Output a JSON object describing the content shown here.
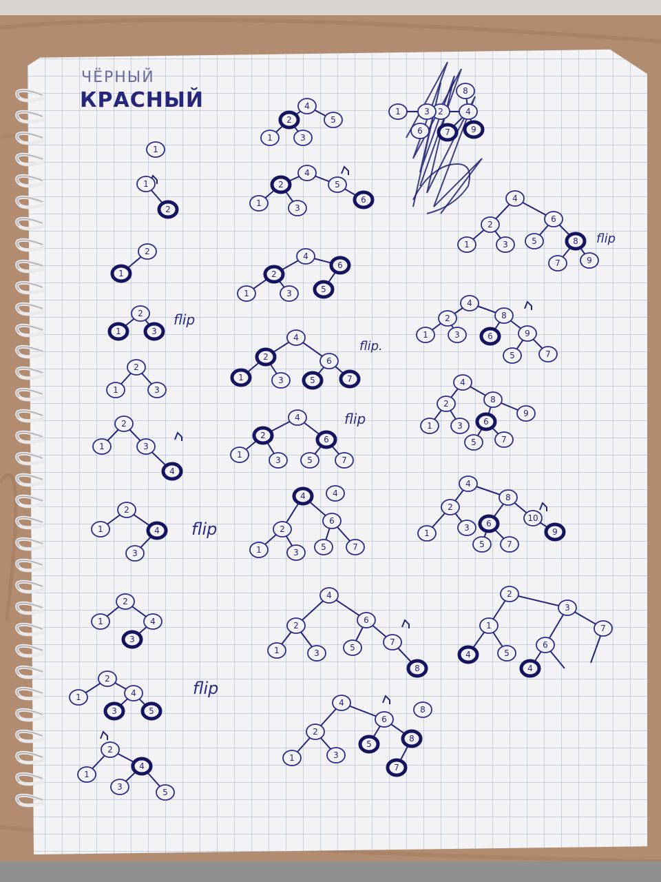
{
  "header": {
    "chernyy": "ЧЁРНЫЙ",
    "krasnyy": "КРАСНЫЙ"
  },
  "flips": {
    "f1": "flip",
    "f2": "flip.",
    "f3": "flip",
    "f4": "flip",
    "f5": "flip",
    "f6": "flip"
  },
  "colors": {
    "ink": "#23237a",
    "paper": "#f3f3f6",
    "grid": "#8fb0cf",
    "desk": "#b58f73"
  },
  "trees": [
    {
      "nodes": [
        {
          "v": "1",
          "b": 0
        },
        {
          "v": "1",
          "b": 0
        },
        {
          "v": "2",
          "b": 1
        }
      ]
    },
    {
      "nodes": [
        {
          "v": "2",
          "b": 0
        },
        {
          "v": "1",
          "b": 1
        }
      ]
    },
    {
      "nodes": [
        {
          "v": "2",
          "b": 0
        },
        {
          "v": "1",
          "b": 1
        },
        {
          "v": "3",
          "b": 1
        }
      ]
    },
    {
      "nodes": [
        {
          "v": "2",
          "b": 0
        },
        {
          "v": "1",
          "b": 0
        },
        {
          "v": "3",
          "b": 0
        }
      ]
    },
    {
      "nodes": [
        {
          "v": "2",
          "b": 0
        },
        {
          "v": "1",
          "b": 0
        },
        {
          "v": "3",
          "b": 0
        },
        {
          "v": "4",
          "b": 1
        }
      ]
    },
    {
      "nodes": [
        {
          "v": "2",
          "b": 0
        },
        {
          "v": "1",
          "b": 0
        },
        {
          "v": "4",
          "b": 1
        },
        {
          "v": "3",
          "b": 0
        }
      ]
    },
    {
      "nodes": [
        {
          "v": "2",
          "b": 0
        },
        {
          "v": "1",
          "b": 0
        },
        {
          "v": "4",
          "b": 0
        },
        {
          "v": "3",
          "b": 1
        }
      ]
    },
    {
      "nodes": [
        {
          "v": "2",
          "b": 0
        },
        {
          "v": "1",
          "b": 0
        },
        {
          "v": "4",
          "b": 0
        },
        {
          "v": "3",
          "b": 1
        },
        {
          "v": "5",
          "b": 1
        }
      ]
    },
    {
      "nodes": [
        {
          "v": "2",
          "b": 0
        },
        {
          "v": "1",
          "b": 0
        },
        {
          "v": "4",
          "b": 1
        },
        {
          "v": "3",
          "b": 0
        },
        {
          "v": "5",
          "b": 0
        }
      ]
    },
    {
      "nodes": [
        {
          "v": "4",
          "b": 0
        },
        {
          "v": "2",
          "b": 1
        },
        {
          "v": "5",
          "b": 0
        },
        {
          "v": "1",
          "b": 0
        },
        {
          "v": "3",
          "b": 0
        }
      ]
    },
    {
      "nodes": [
        {
          "v": "4",
          "b": 0
        },
        {
          "v": "2",
          "b": 1
        },
        {
          "v": "5",
          "b": 0
        },
        {
          "v": "1",
          "b": 0
        },
        {
          "v": "3",
          "b": 0
        },
        {
          "v": "6",
          "b": 1
        }
      ]
    },
    {
      "nodes": [
        {
          "v": "4",
          "b": 0
        },
        {
          "v": "2",
          "b": 1
        },
        {
          "v": "6",
          "b": 1
        },
        {
          "v": "1",
          "b": 0
        },
        {
          "v": "3",
          "b": 0
        },
        {
          "v": "5",
          "b": 1
        }
      ]
    },
    {
      "nodes": [
        {
          "v": "4",
          "b": 0
        },
        {
          "v": "2",
          "b": 1
        },
        {
          "v": "6",
          "b": 0
        },
        {
          "v": "1",
          "b": 1
        },
        {
          "v": "3",
          "b": 0
        },
        {
          "v": "5",
          "b": 1
        },
        {
          "v": "7",
          "b": 1
        }
      ]
    },
    {
      "nodes": [
        {
          "v": "4",
          "b": 0
        },
        {
          "v": "2",
          "b": 1
        },
        {
          "v": "6",
          "b": 1
        },
        {
          "v": "1",
          "b": 0
        },
        {
          "v": "3",
          "b": 0
        },
        {
          "v": "5",
          "b": 0
        },
        {
          "v": "7",
          "b": 0
        }
      ]
    },
    {
      "nodes": [
        {
          "v": "4",
          "b": 1
        },
        {
          "v": "4",
          "b": 0
        },
        {
          "v": "2",
          "b": 0
        },
        {
          "v": "6",
          "b": 0
        },
        {
          "v": "1",
          "b": 0
        },
        {
          "v": "3",
          "b": 0
        },
        {
          "v": "5",
          "b": 0
        },
        {
          "v": "7",
          "b": 0
        }
      ]
    },
    {
      "nodes": [
        {
          "v": "4",
          "b": 0
        },
        {
          "v": "2",
          "b": 0
        },
        {
          "v": "6",
          "b": 0
        },
        {
          "v": "1",
          "b": 0
        },
        {
          "v": "3",
          "b": 0
        },
        {
          "v": "5",
          "b": 0
        },
        {
          "v": "7",
          "b": 0
        },
        {
          "v": "8",
          "b": 1
        }
      ]
    },
    {
      "nodes": [
        {
          "v": "4",
          "b": 0
        },
        {
          "v": "2",
          "b": 0
        },
        {
          "v": "6",
          "b": 0
        },
        {
          "v": "1",
          "b": 0
        },
        {
          "v": "3",
          "b": 0
        },
        {
          "v": "5",
          "b": 1
        },
        {
          "v": "8",
          "b": 1
        },
        {
          "v": "7",
          "b": 1
        },
        {
          "v": "8",
          "b": 0
        }
      ]
    },
    {
      "nodes": [
        {
          "v": "4",
          "b": 0
        },
        {
          "v": "2",
          "b": 0
        },
        {
          "v": "6",
          "b": 0
        },
        {
          "v": "1",
          "b": 0
        },
        {
          "v": "3",
          "b": 0
        },
        {
          "v": "8",
          "b": 0
        },
        {
          "v": "7",
          "b": 1
        },
        {
          "v": "9",
          "b": 1
        }
      ]
    },
    {
      "nodes": [
        {
          "v": "4",
          "b": 0
        },
        {
          "v": "2",
          "b": 0
        },
        {
          "v": "6",
          "b": 0
        },
        {
          "v": "1",
          "b": 0
        },
        {
          "v": "3",
          "b": 0
        },
        {
          "v": "5",
          "b": 0
        },
        {
          "v": "8",
          "b": 1
        },
        {
          "v": "7",
          "b": 0
        },
        {
          "v": "9",
          "b": 0
        }
      ]
    },
    {
      "nodes": [
        {
          "v": "4",
          "b": 0
        },
        {
          "v": "2",
          "b": 0
        },
        {
          "v": "8",
          "b": 0
        },
        {
          "v": "1",
          "b": 0
        },
        {
          "v": "3",
          "b": 0
        },
        {
          "v": "6",
          "b": 1
        },
        {
          "v": "9",
          "b": 0
        },
        {
          "v": "5",
          "b": 0
        },
        {
          "v": "7",
          "b": 0
        }
      ]
    },
    {
      "nodes": [
        {
          "v": "4",
          "b": 0
        },
        {
          "v": "2",
          "b": 0
        },
        {
          "v": "8",
          "b": 0
        },
        {
          "v": "1",
          "b": 0
        },
        {
          "v": "3",
          "b": 0
        },
        {
          "v": "6",
          "b": 1
        },
        {
          "v": "9",
          "b": 0
        },
        {
          "v": "5",
          "b": 0
        },
        {
          "v": "7",
          "b": 0
        },
        {
          "v": "10",
          "b": 1
        }
      ]
    },
    {
      "nodes": [
        {
          "v": "4",
          "b": 0
        },
        {
          "v": "2",
          "b": 0
        },
        {
          "v": "8",
          "b": 0
        },
        {
          "v": "1",
          "b": 0
        },
        {
          "v": "3",
          "b": 0
        },
        {
          "v": "6",
          "b": 1
        },
        {
          "v": "10",
          "b": 0
        },
        {
          "v": "5",
          "b": 0
        },
        {
          "v": "7",
          "b": 0
        },
        {
          "v": "9",
          "b": 1
        }
      ]
    },
    {
      "nodes": [
        {
          "v": "2",
          "b": 0
        },
        {
          "v": "1",
          "b": 0
        },
        {
          "v": "3",
          "b": 0
        },
        {
          "v": "4",
          "b": 1
        },
        {
          "v": "5",
          "b": 0
        },
        {
          "v": "6",
          "b": 0
        },
        {
          "v": "7",
          "b": 0
        },
        {
          "v": "4",
          "b": 1
        }
      ]
    }
  ]
}
